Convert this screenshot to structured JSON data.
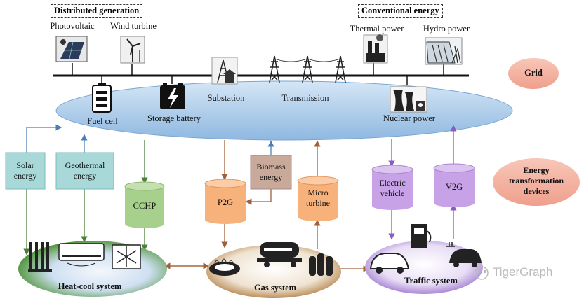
{
  "groups": {
    "distributed": "Distributed generation",
    "conventional": "Conventional energy"
  },
  "sources": {
    "photovoltaic": "Photovoltaic",
    "wind": "Wind turbine",
    "thermal": "Thermal power",
    "hydro": "Hydro power"
  },
  "grid": {
    "substation": "Substation",
    "transmission": "Transmission",
    "fuel_cell": "Fuel cell",
    "storage": "Storage battery",
    "nuclear": "Nuclear power"
  },
  "legend": {
    "grid": "Grid",
    "devices_l1": "Energy",
    "devices_l2": "transformation",
    "devices_l3": "devices"
  },
  "inputs": {
    "solar_l1": "Solar",
    "solar_l2": "energy",
    "geo_l1": "Geothermal",
    "geo_l2": "energy",
    "bio_l1": "Biomass",
    "bio_l2": "energy"
  },
  "devices": {
    "cchp": "CCHP",
    "p2g": "P2G",
    "micro_l1": "Micro",
    "micro_l2": "turbine",
    "ev_l1": "Electric",
    "ev_l2": "vehicle",
    "v2g": "V2G"
  },
  "systems": {
    "heat": "Heat-cool system",
    "gas": "Gas system",
    "traffic": "Traffic system"
  },
  "watermark": "TigerGraph",
  "colors": {
    "grid_ellipse": "#b7d3ee",
    "heat": "#5aa02c",
    "gas": "#b5803e",
    "traffic": "#9b72c9",
    "teal_box": "#a9d8d8",
    "cchp": "#a8d08d",
    "p2g": "#f7b27c",
    "biomass": "#c8a99a",
    "ev": "#c8a2e6",
    "legend_pink": "#f4b6a6"
  }
}
